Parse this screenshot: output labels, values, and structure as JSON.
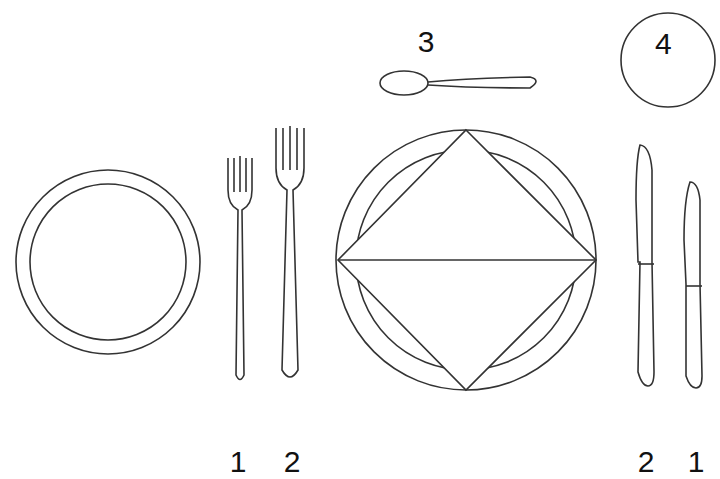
{
  "diagram": {
    "nodes": [
      {
        "text": [
          "4"
        ]
      }
    ],
    "labels": [
      "3",
      "1",
      "2",
      "2",
      "1"
    ]
  }
}
